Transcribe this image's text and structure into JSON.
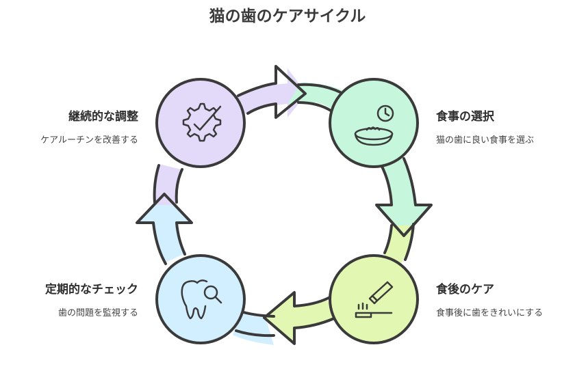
{
  "title": "猫の歯のケアサイクル",
  "steps": [
    {
      "title": "食事の選択",
      "description": "猫の歯に良い食事を選ぶ",
      "icon": "food-bowl-clock-icon",
      "color": "#c6f6dc"
    },
    {
      "title": "食後のケア",
      "description": "食事後に歯をきれいにする",
      "icon": "toothbrush-toothpaste-icon",
      "color": "#e2f8b2"
    },
    {
      "title": "定期的なチェック",
      "description": "歯の問題を監視する",
      "icon": "tooth-magnifier-icon",
      "color": "#d1efff"
    },
    {
      "title": "継続的な調整",
      "description": "ケアルーチンを改善する",
      "icon": "gear-check-icon",
      "color": "#e2daf8"
    }
  ]
}
